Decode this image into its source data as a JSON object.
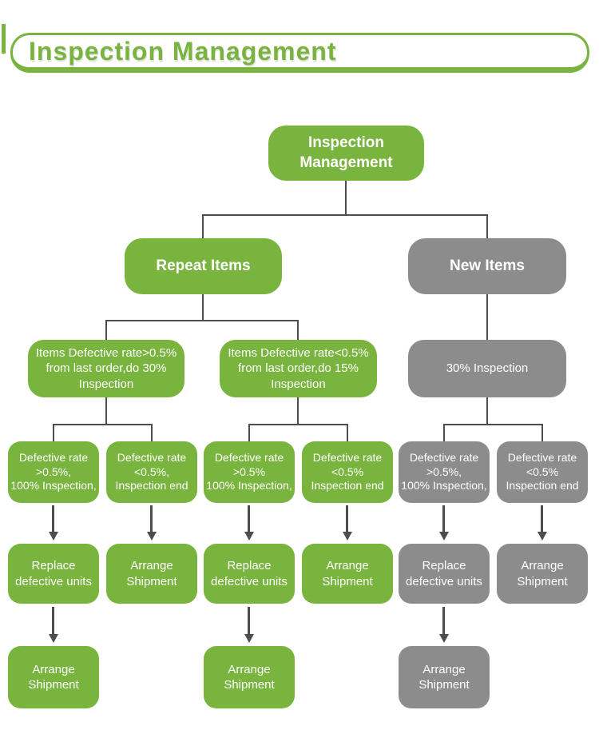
{
  "header": {
    "title": "Inspection Management"
  },
  "colors": {
    "green": "#79b43e",
    "gray": "#8c8c8c",
    "line": "#4d4d4d",
    "white": "#ffffff"
  },
  "flowchart": {
    "root": "Inspection\nManagement",
    "level2": [
      "Repeat Items",
      "New Items"
    ],
    "level3": [
      "Items Defective rate>0.5%\nfrom last order,do 30%\nInspection",
      "Items Defective rate<0.5%\nfrom last order,do 15%\nInspection",
      "30% Inspection"
    ],
    "level4": [
      "Defective rate\n>0.5%,\n100% Inspection,",
      "Defective rate\n<0.5%,\nInspection end",
      "Defective rate\n>0.5%\n100% Inspection,",
      "Defective rate\n<0.5%\nInspection end",
      "Defective rate\n>0.5%,\n100% Inspection,",
      "Defective rate\n<0.5%\nInspection end"
    ],
    "level5": [
      "Replace\ndefective units",
      "Arrange\nShipment",
      "Replace\ndefective units",
      "Arrange\nShipment",
      "Replace\ndefective units",
      "Arrange\nShipment"
    ],
    "level6": [
      "Arrange\nShipment",
      "Arrange\nShipment",
      "Arrange\nShipment"
    ]
  }
}
